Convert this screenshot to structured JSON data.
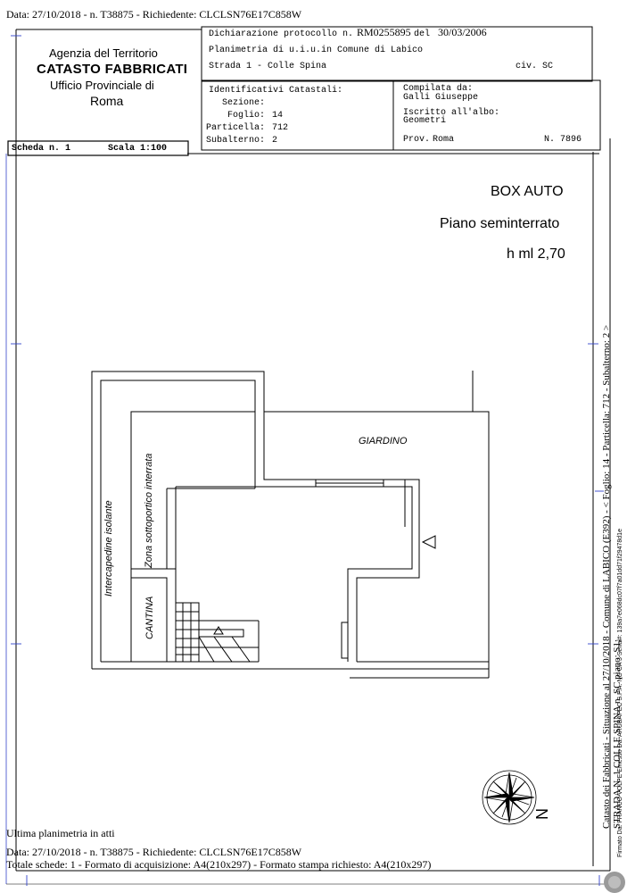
{
  "print_header": "Data: 27/10/2018 - n. T38875 - Richiedente: CLCLSN76E17C858W",
  "agency": {
    "line1": "Agenzia del Territorio",
    "line2": "CATASTO FABBRICATI",
    "line3": "Ufficio Provinciale di",
    "line4": "Roma"
  },
  "declaration": {
    "protocol_label": "Dichiarazione protocollo n.",
    "protocol_number": "RM0255895",
    "date_label": "del",
    "date": "30/03/2006",
    "municipality_line": "Planimetria di u.i.u.in Comune di Labico",
    "address": "Strada 1 - Colle Spina",
    "civic": "civ. SC"
  },
  "cadastral": {
    "title": "Identificativi Catastali:",
    "sezione_label": "Sezione:",
    "sezione_value": "",
    "foglio_label": "Foglio:",
    "foglio_value": "14",
    "particella_label": "Particella:",
    "particella_value": "712",
    "subalterno_label": "Subalterno:",
    "subalterno_value": "2"
  },
  "compiler": {
    "compiled_by_label": "Compilata da:",
    "compiled_by_name": "Galli Giuseppe",
    "registered_label": "Iscritto all'albo:",
    "registered_value": "Geometri",
    "prov_label": "Prov.",
    "prov_value": "Roma",
    "number_label": "N.",
    "number_value": "7896"
  },
  "sheet": {
    "scheda": "Scheda n. 1",
    "scala": "Scala 1:100"
  },
  "plan_titles": {
    "title": "BOX AUTO",
    "floor": "Piano seminterrato",
    "height": "h ml 2,70"
  },
  "rooms": {
    "giardino": "GIARDINO",
    "intercapedine": "Intercapedine isolante",
    "zona": "Zona sottoportico interrata",
    "cantina": "CANTINA"
  },
  "north_label": "N",
  "footer": {
    "last_plan": "Ultima planimetria in atti",
    "data_line": "Data: 27/10/2018 - n. T38875 - Richiedente: CLCLSN76E17C858W",
    "totals": "Totale schede: 1 - Formato di acquisizione: A4(210x297)  - Formato stampa richiesto: A4(210x297)"
  },
  "side_text": {
    "line1": "Catasto dei Fabbricati - Situazione al 27/10/2018 - Comune di LABICO (E392) - < Foglio: 14 - Particella: 712 - Subalterno: 2 >",
    "line2": "STRADA N. 1 COLLE SPINA n. SC piano: S1;",
    "line3": "Firmato Da: FRANCO VOLPE Emesso Da: ARUBAPEC S.P.A. NG CA 3 Serial#: 139a7e068dc07f7a01dd71f29478d1e"
  },
  "colors": {
    "ink": "#000000",
    "frame_blue": "#3344cc",
    "seal_gray": "#9a9a9a"
  }
}
